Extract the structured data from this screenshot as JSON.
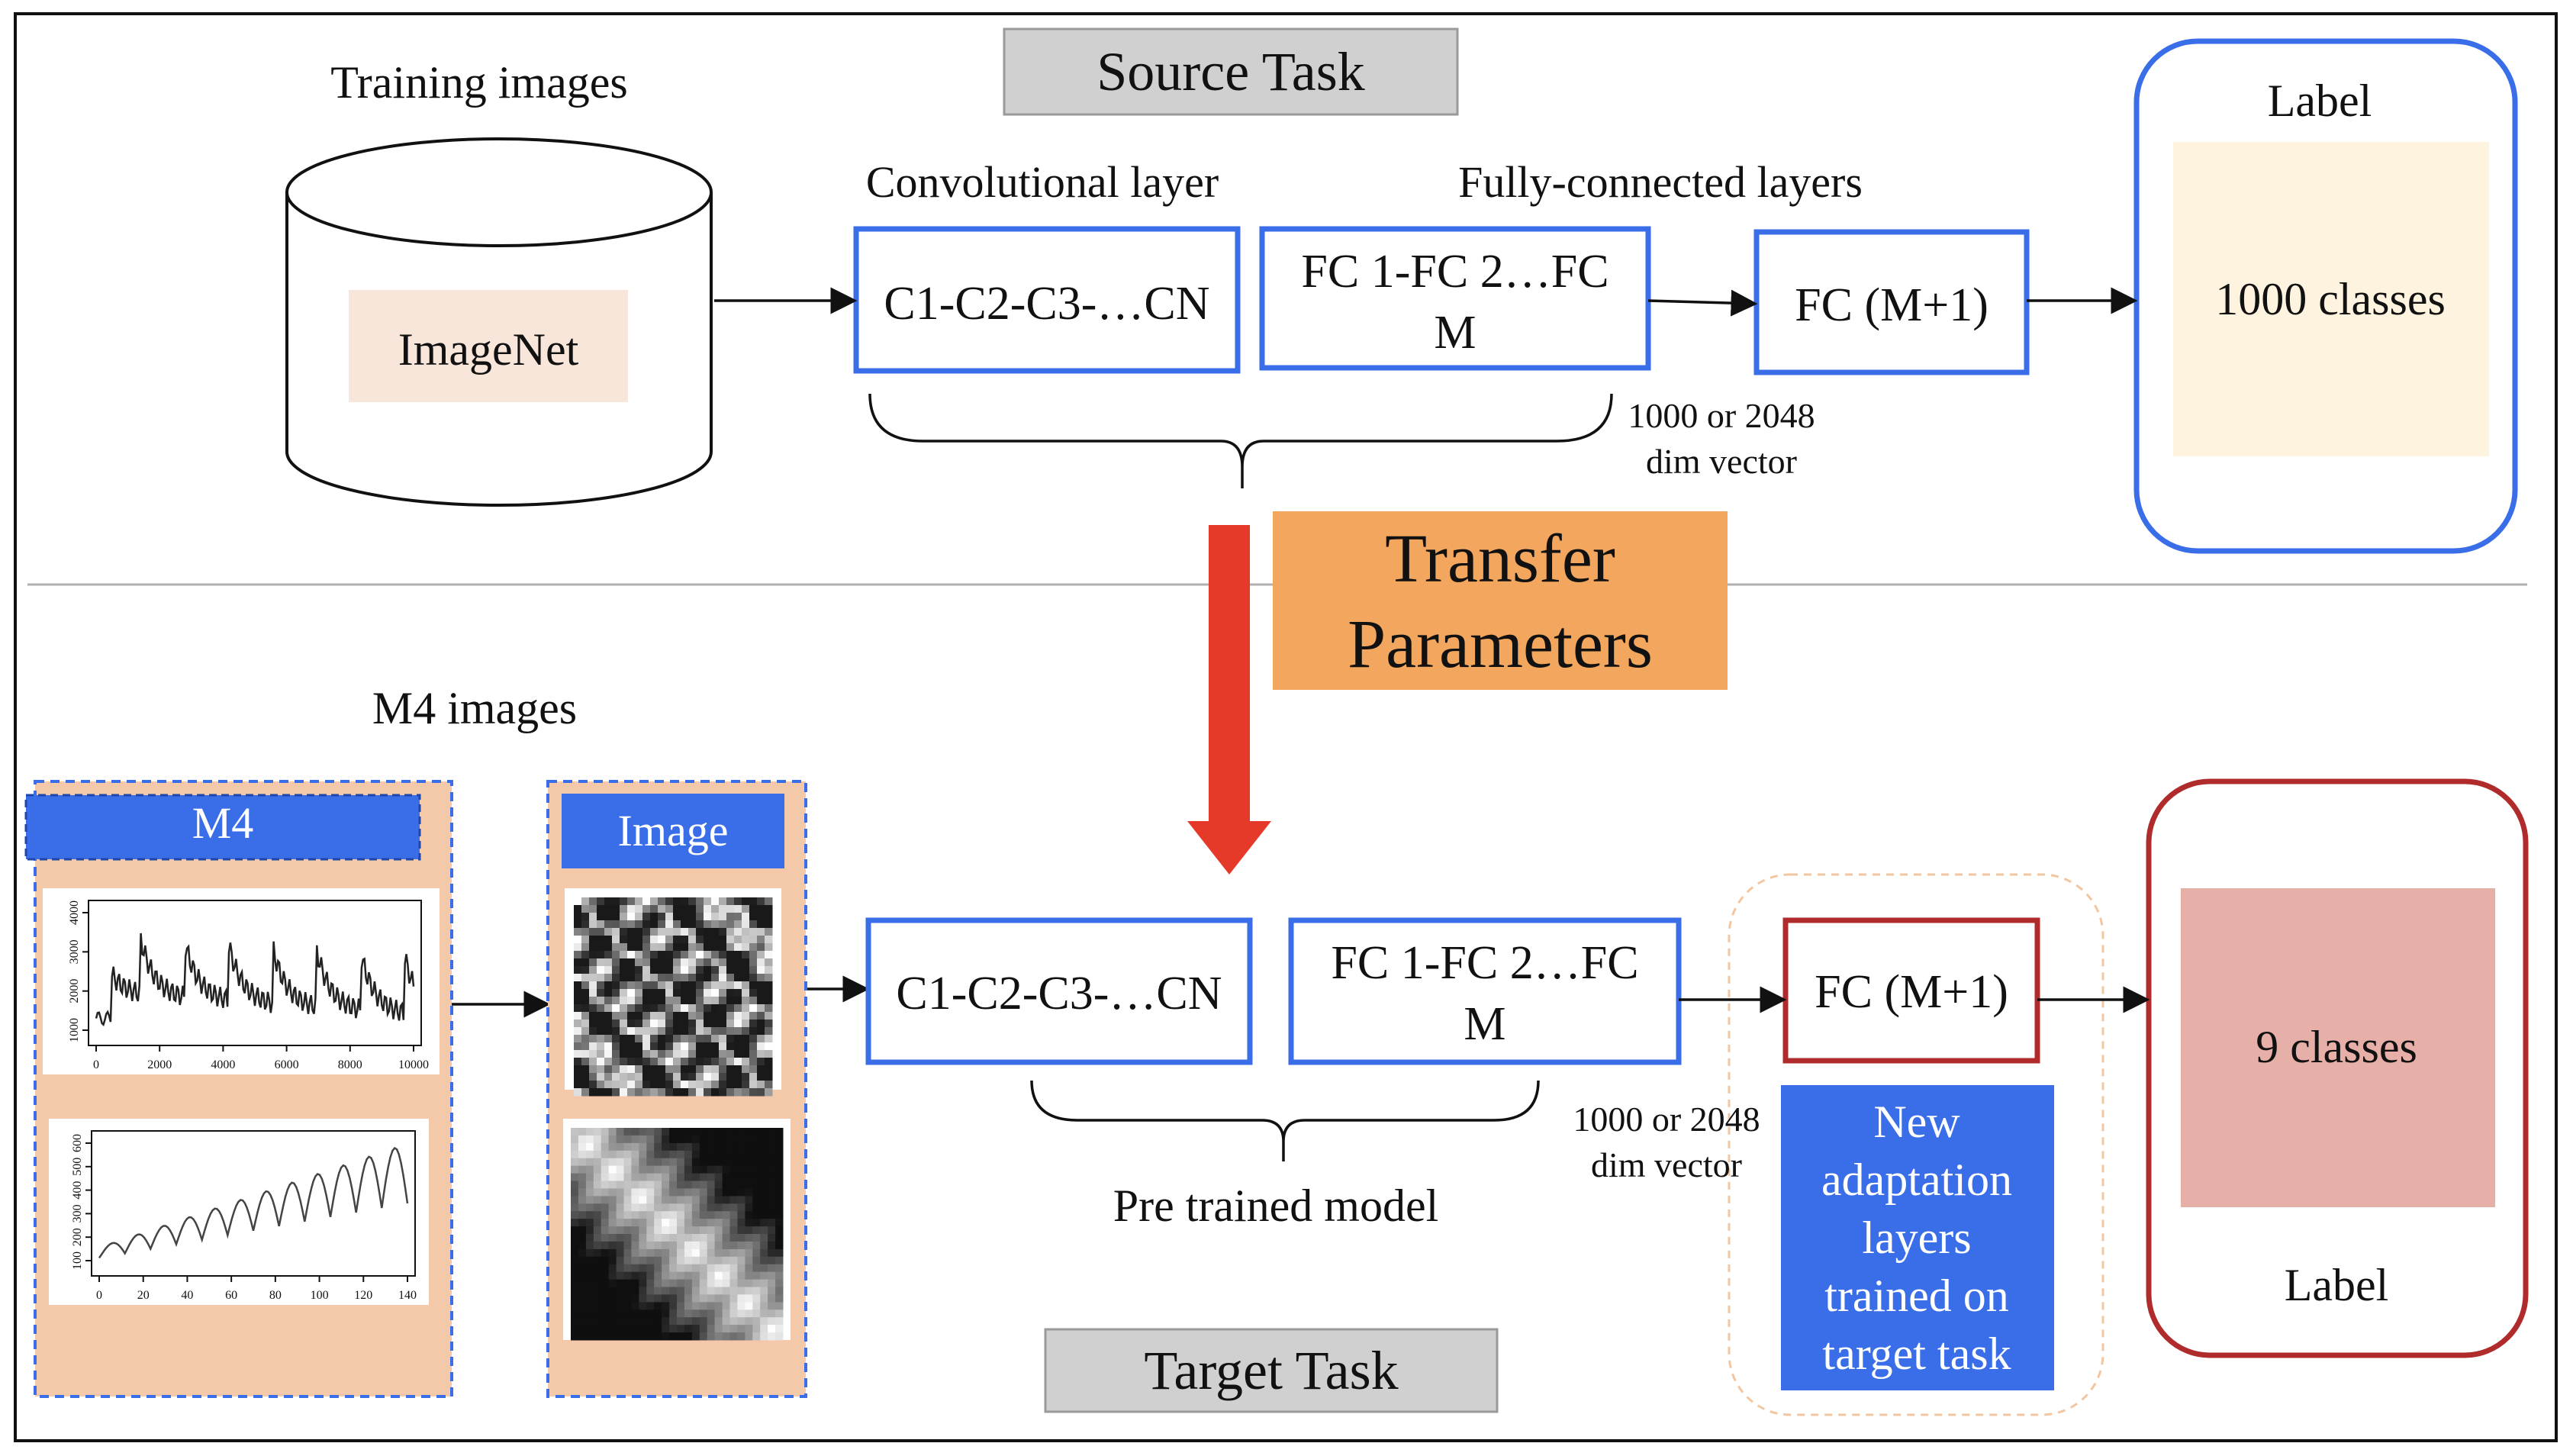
{
  "colors": {
    "blue_outline": "#3a6ee8",
    "blue_fill": "#3a6ee8",
    "red_outline": "#b02c2c",
    "transfer_arrow": "#e53a2a",
    "transfer_box": "#f2a65e",
    "imagenet_fill": "#f8e6da",
    "source_label_fill": "#fdf3df",
    "target_label_fill": "#e6afa7",
    "m4_panel_fill": "#f3c9aa",
    "task_header_fill": "#d0d0d0"
  },
  "source": {
    "header": "Source Task",
    "training_images": "Training images",
    "dataset": "ImageNet",
    "conv_title": "Convolutional layer",
    "conv_box": "C1-C2-C3-…CN",
    "fc_title": "Fully-connected layers",
    "fc_box_line1": "FC 1-FC 2…FC",
    "fc_box_line2": "M",
    "fc_final": "FC (M+1)",
    "vector_line1": "1000 or 2048",
    "vector_line2": "dim vector",
    "label_title": "Label",
    "classes": "1000 classes"
  },
  "transfer": {
    "line1": "Transfer",
    "line2": "Parameters"
  },
  "target": {
    "header": "Target Task",
    "m4_images": "M4 images",
    "m4_panel_title": "M4",
    "image_panel_title": "Image",
    "conv_box": "C1-C2-C3-…CN",
    "fc_box_line1": "FC 1-FC 2…FC",
    "fc_box_line2": "M",
    "fc_final": "FC (M+1)",
    "vector_line1": "1000 or 2048",
    "vector_line2": "dim vector",
    "pretrained": "Pre trained model",
    "new_layers": [
      "New",
      "adaptation",
      "layers",
      "trained on",
      "target task"
    ],
    "classes": "9 classes",
    "label_title": "Label"
  },
  "plot1": {
    "x_ticks": [
      "0",
      "2000",
      "4000",
      "6000",
      "8000",
      "10000"
    ],
    "y_ticks": [
      "1000",
      "2000",
      "3000",
      "4000"
    ]
  },
  "plot2": {
    "x_ticks": [
      "0",
      "20",
      "40",
      "60",
      "80",
      "100",
      "120",
      "140"
    ],
    "y_ticks": [
      "100",
      "200",
      "300",
      "400",
      "500",
      "600"
    ]
  }
}
